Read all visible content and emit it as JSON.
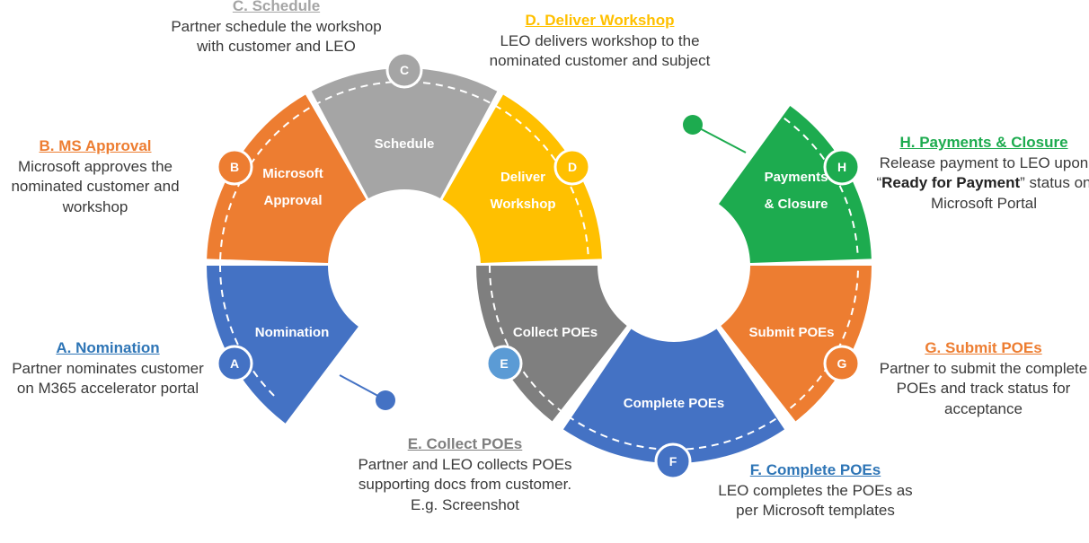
{
  "colors": {
    "blue": "#4472C4",
    "orange": "#ED7D31",
    "gray": "#A5A5A5",
    "dark_gray": "#7F7F7F",
    "yellow": "#FFC000",
    "green": "#1DAB4F",
    "light_blue": "#5B9BD5"
  },
  "segments": [
    {
      "id": "A",
      "label_lines": [
        "Nomination"
      ],
      "color": "#4472C4"
    },
    {
      "id": "B",
      "label_lines": [
        "Microsoft",
        "Approval"
      ],
      "color": "#ED7D31"
    },
    {
      "id": "C",
      "label_lines": [
        "Schedule"
      ],
      "color": "#A5A5A5"
    },
    {
      "id": "D",
      "label_lines": [
        "Deliver",
        "Workshop"
      ],
      "color": "#FFC000"
    },
    {
      "id": "E",
      "label_lines": [
        "Collect POEs"
      ],
      "color": "#7F7F7F"
    },
    {
      "id": "F",
      "label_lines": [
        "Complete POEs"
      ],
      "color": "#4472C4"
    },
    {
      "id": "G",
      "label_lines": [
        "Submit POEs"
      ],
      "color": "#ED7D31"
    },
    {
      "id": "H",
      "label_lines": [
        "Payments",
        "& Closure"
      ],
      "color": "#1DAB4F"
    }
  ],
  "descriptions": {
    "A": {
      "title": "A. Nomination",
      "body": "Partner nominates customer on M365 accelerator portal",
      "color": "#2E75B6"
    },
    "B": {
      "title": "B. MS Approval",
      "body": "Microsoft approves the nominated customer and workshop",
      "color": "#ED7D31"
    },
    "C": {
      "title": "C. Schedule",
      "body": "Partner schedule the workshop with customer and LEO",
      "color": "#A5A5A5"
    },
    "D": {
      "title": "D. Deliver Workshop",
      "body": "LEO delivers workshop to the nominated customer and subject",
      "color": "#FFC000"
    },
    "E": {
      "title": "E. Collect POEs",
      "body": "Partner and LEO collects POEs supporting docs from customer. E.g. Screenshot",
      "color": "#7F7F7F"
    },
    "F": {
      "title": "F. Complete POEs",
      "body": "LEO completes the POEs as per Microsoft templates",
      "color": "#2E75B6"
    },
    "G": {
      "title": "G. Submit POEs",
      "body": "Partner to submit the complete POEs and track status for acceptance",
      "color": "#ED7D31"
    },
    "H": {
      "title": "H. Payments & Closure",
      "body_parts": [
        "Release payment to LEO upon “",
        "Ready for Payment",
        "” status on Microsoft Portal"
      ],
      "color": "#1DAB4F"
    }
  }
}
